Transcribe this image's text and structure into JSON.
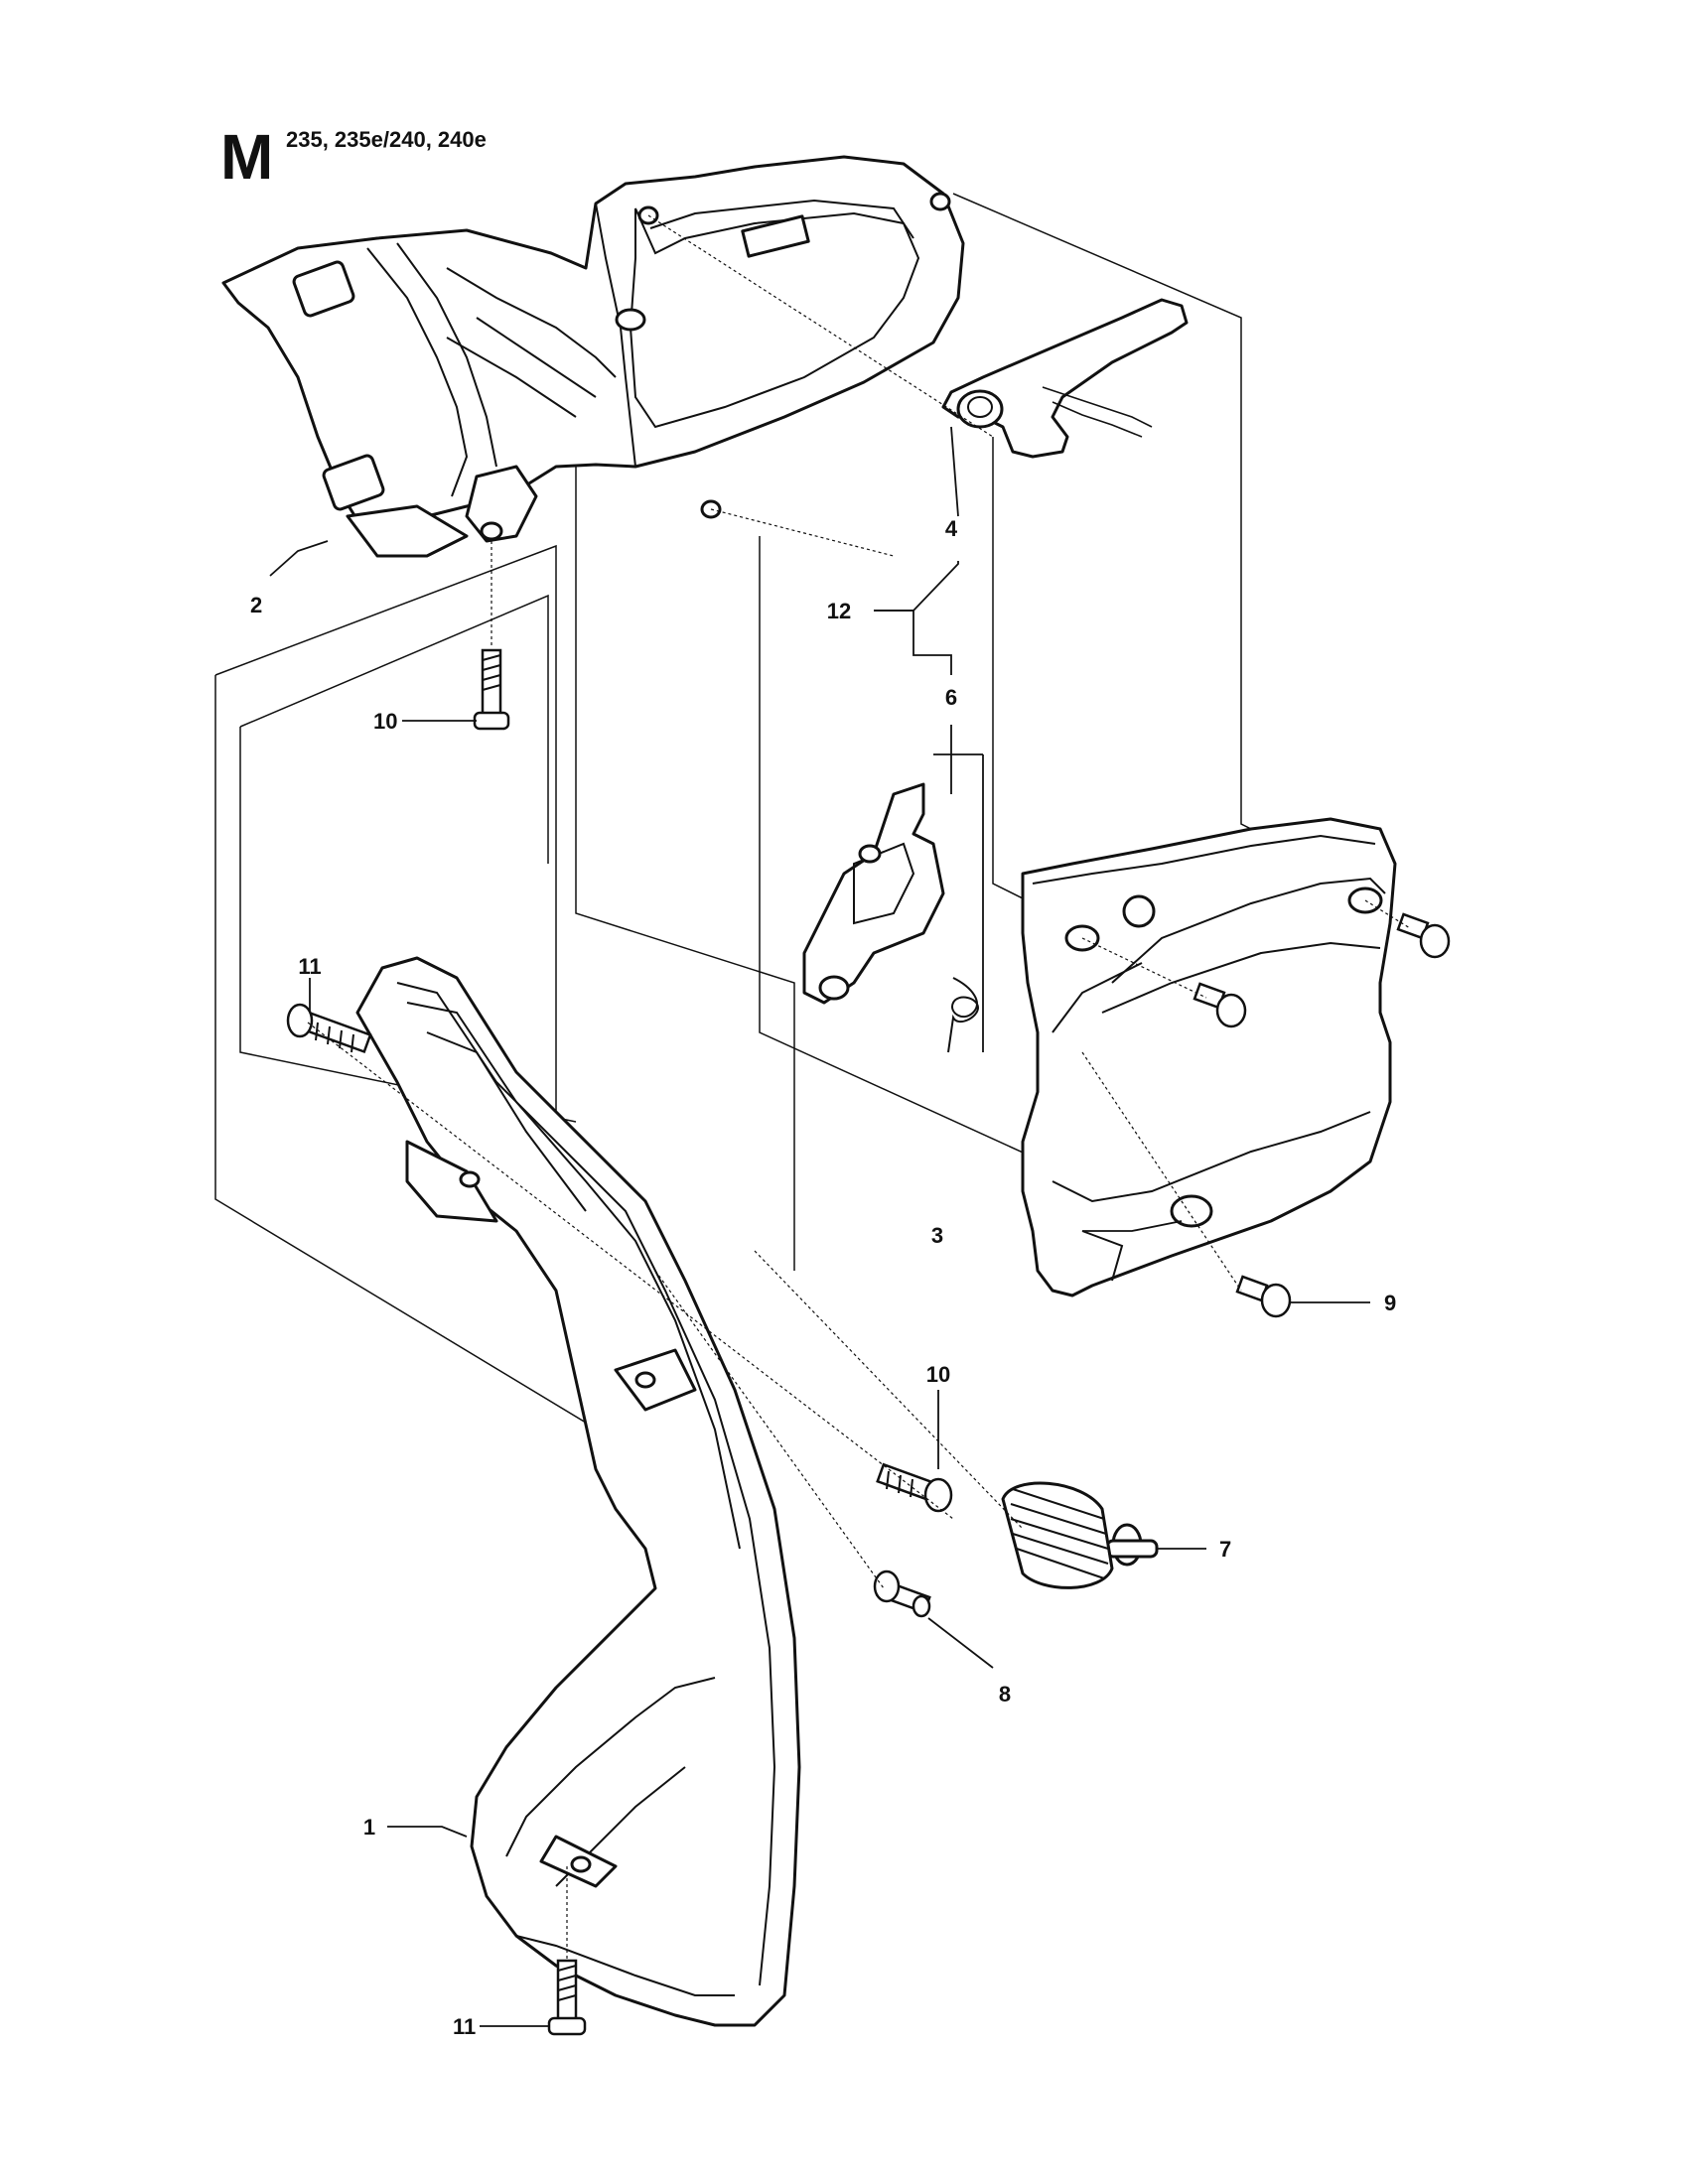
{
  "header": {
    "section_letter": "M",
    "models": "235, 235e/240, 240e"
  },
  "callouts": {
    "part_1": "1",
    "part_2": "2",
    "part_3": "3",
    "part_4": "4",
    "part_6": "6",
    "part_7": "7",
    "part_8": "8",
    "part_9": "9",
    "part_10_top": "10",
    "part_10_mid": "10",
    "part_11_top": "11",
    "part_11_bottom": "11",
    "part_12": "12"
  }
}
